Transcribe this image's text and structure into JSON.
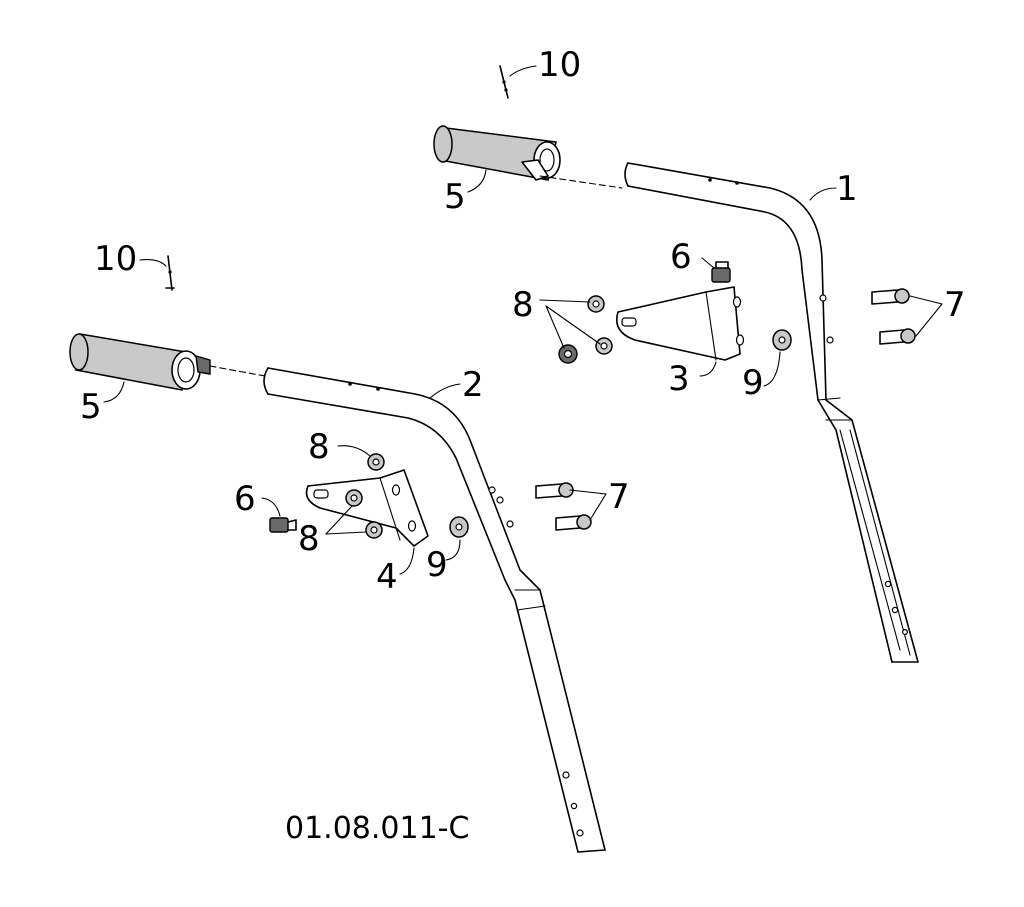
{
  "figure_code": "01.08.011-C",
  "callouts": {
    "handle_upper": "1",
    "handle_lower": "2",
    "bracket_upper": "3",
    "bracket_lower": "4",
    "grip_upper": "5",
    "grip_lower": "5",
    "bolt_upper": "6",
    "bolt_lower": "6",
    "screws_upper": "7",
    "screws_lower": "7",
    "nuts_upper": "8",
    "nut_lower_top": "8",
    "nuts_lower": "8",
    "washer_upper": "9",
    "washer_lower": "9",
    "pin_upper": "10",
    "pin_lower": "10"
  }
}
